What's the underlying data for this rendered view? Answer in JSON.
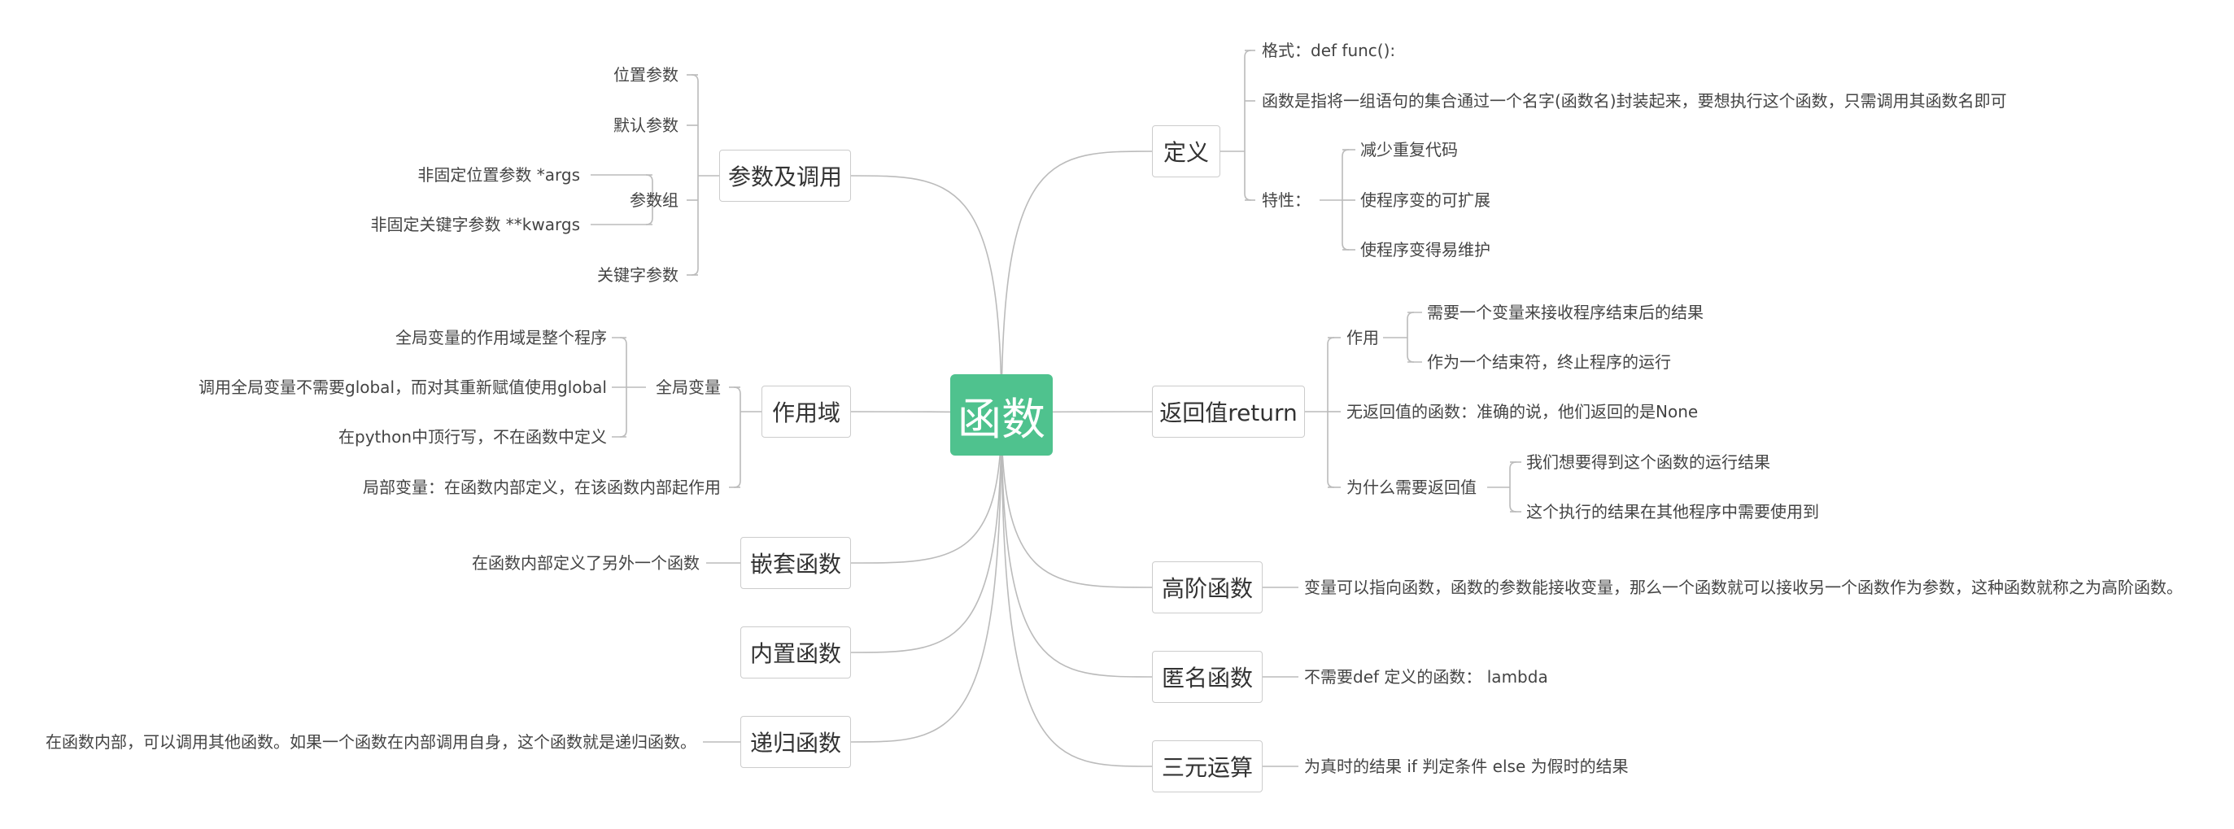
{
  "center": "函数",
  "right": {
    "definition": {
      "label": "定义",
      "format": "格式：def func():",
      "description": "函数是指将一组语句的集合通过一个名字(函数名)封装起来，要想执行这个函数，只需调用其函数名即可",
      "traits_label": "特性：",
      "traits": [
        "减少重复代码",
        "使程序变的可扩展",
        "使程序变得易维护"
      ]
    },
    "return_value": {
      "label": "返回值return",
      "usage_label": "作用",
      "usage": [
        "需要一个变量来接收程序结束后的结果",
        "作为一个结束符，终止程序的运行"
      ],
      "no_return": "无返回值的函数：准确的说，他们返回的是None",
      "why_label": "为什么需要返回值",
      "why": [
        "我们想要得到这个函数的运行结果",
        "这个执行的结果在其他程序中需要使用到"
      ]
    },
    "higher_order": {
      "label": "高阶函数",
      "text": "变量可以指向函数，函数的参数能接收变量，那么一个函数就可以接收另一个函数作为参数，这种函数就称之为高阶函数。"
    },
    "anonymous": {
      "label": "匿名函数",
      "text": "不需要def 定义的函数： lambda"
    },
    "ternary": {
      "label": "三元运算",
      "text": "为真时的结果 if 判定条件 else 为假时的结果"
    }
  },
  "left": {
    "params": {
      "label": "参数及调用",
      "positional": "位置参数",
      "default": "默认参数",
      "group_label": "参数组",
      "group": [
        "非固定位置参数 *args",
        "非固定关键字参数 **kwargs"
      ],
      "keyword": "关键字参数"
    },
    "scope": {
      "label": "作用域",
      "global_label": "全局变量",
      "global": [
        "全局变量的作用域是整个程序",
        "调用全局变量不需要global，而对其重新赋值使用global",
        "在python中顶行写，不在函数中定义"
      ],
      "local": "局部变量：在函数内部定义，在该函数内部起作用"
    },
    "nested": {
      "label": "嵌套函数",
      "text": "在函数内部定义了另外一个函数"
    },
    "builtin": {
      "label": "内置函数"
    },
    "recursive": {
      "label": "递归函数",
      "text": "在函数内部，可以调用其他函数。如果一个函数在内部调用自身，这个函数就是递归函数。"
    }
  },
  "colors": {
    "center": "#4fc28e",
    "line": "#bbbbbb",
    "border": "#cccccc"
  }
}
